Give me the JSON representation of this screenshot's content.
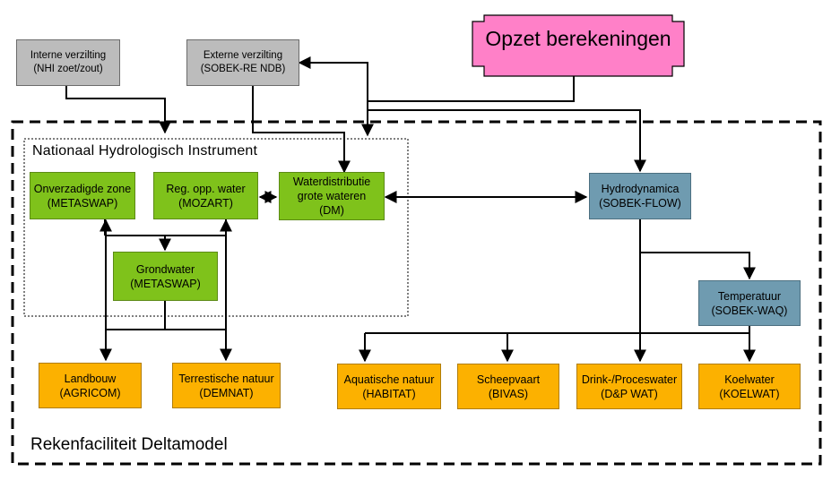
{
  "header": {
    "title": "Opzet berekeningen"
  },
  "frames": {
    "outer_label": "Rekenfaciliteit Deltamodel",
    "nhi_label": "Nationaal Hydrologisch Instrument"
  },
  "boxes": {
    "interne": {
      "line1": "Interne verzilting",
      "line2": "(NHI zoet/zout)"
    },
    "externe": {
      "line1": "Externe verzilting",
      "line2": "(SOBEK-RE NDB)"
    },
    "onverzadigde": {
      "line1": "Onverzadigde  zone",
      "line2": "(METASWAP)"
    },
    "regopp": {
      "line1": "Reg. opp. water",
      "line2": "(MOZART)"
    },
    "waterdistributie": {
      "line1": "Waterdistributie",
      "line2": "grote wateren",
      "line3": "(DM)"
    },
    "grondwater": {
      "line1": "Grondwater",
      "line2": "(METASWAP)"
    },
    "hydrodynamica": {
      "line1": "Hydrodynamica",
      "line2": "(SOBEK-FLOW)"
    },
    "temperatuur": {
      "line1": "Temperatuur",
      "line2": "(SOBEK-WAQ)"
    },
    "landbouw": {
      "line1": "Landbouw",
      "line2": "(AGRICOM)"
    },
    "terrestische": {
      "line1": "Terrestische natuur",
      "line2": "(DEMNAT)"
    },
    "aquatische": {
      "line1": "Aquatische natuur",
      "line2": "(HABITAT)"
    },
    "scheepvaart": {
      "line1": "Scheepvaart",
      "line2": "(BIVAS)"
    },
    "drink": {
      "line1": "Drink-/Proceswater",
      "line2": "(D&P WAT)"
    },
    "koelwater": {
      "line1": "Koelwater",
      "line2": "(KOELWAT)"
    }
  },
  "colors": {
    "gray_box": "#bcbcbc",
    "model_green": "#7fc21b",
    "flow_blue": "#6f9bb0",
    "impact_orange": "#fcb100",
    "header_pink": "#ff80c8"
  }
}
